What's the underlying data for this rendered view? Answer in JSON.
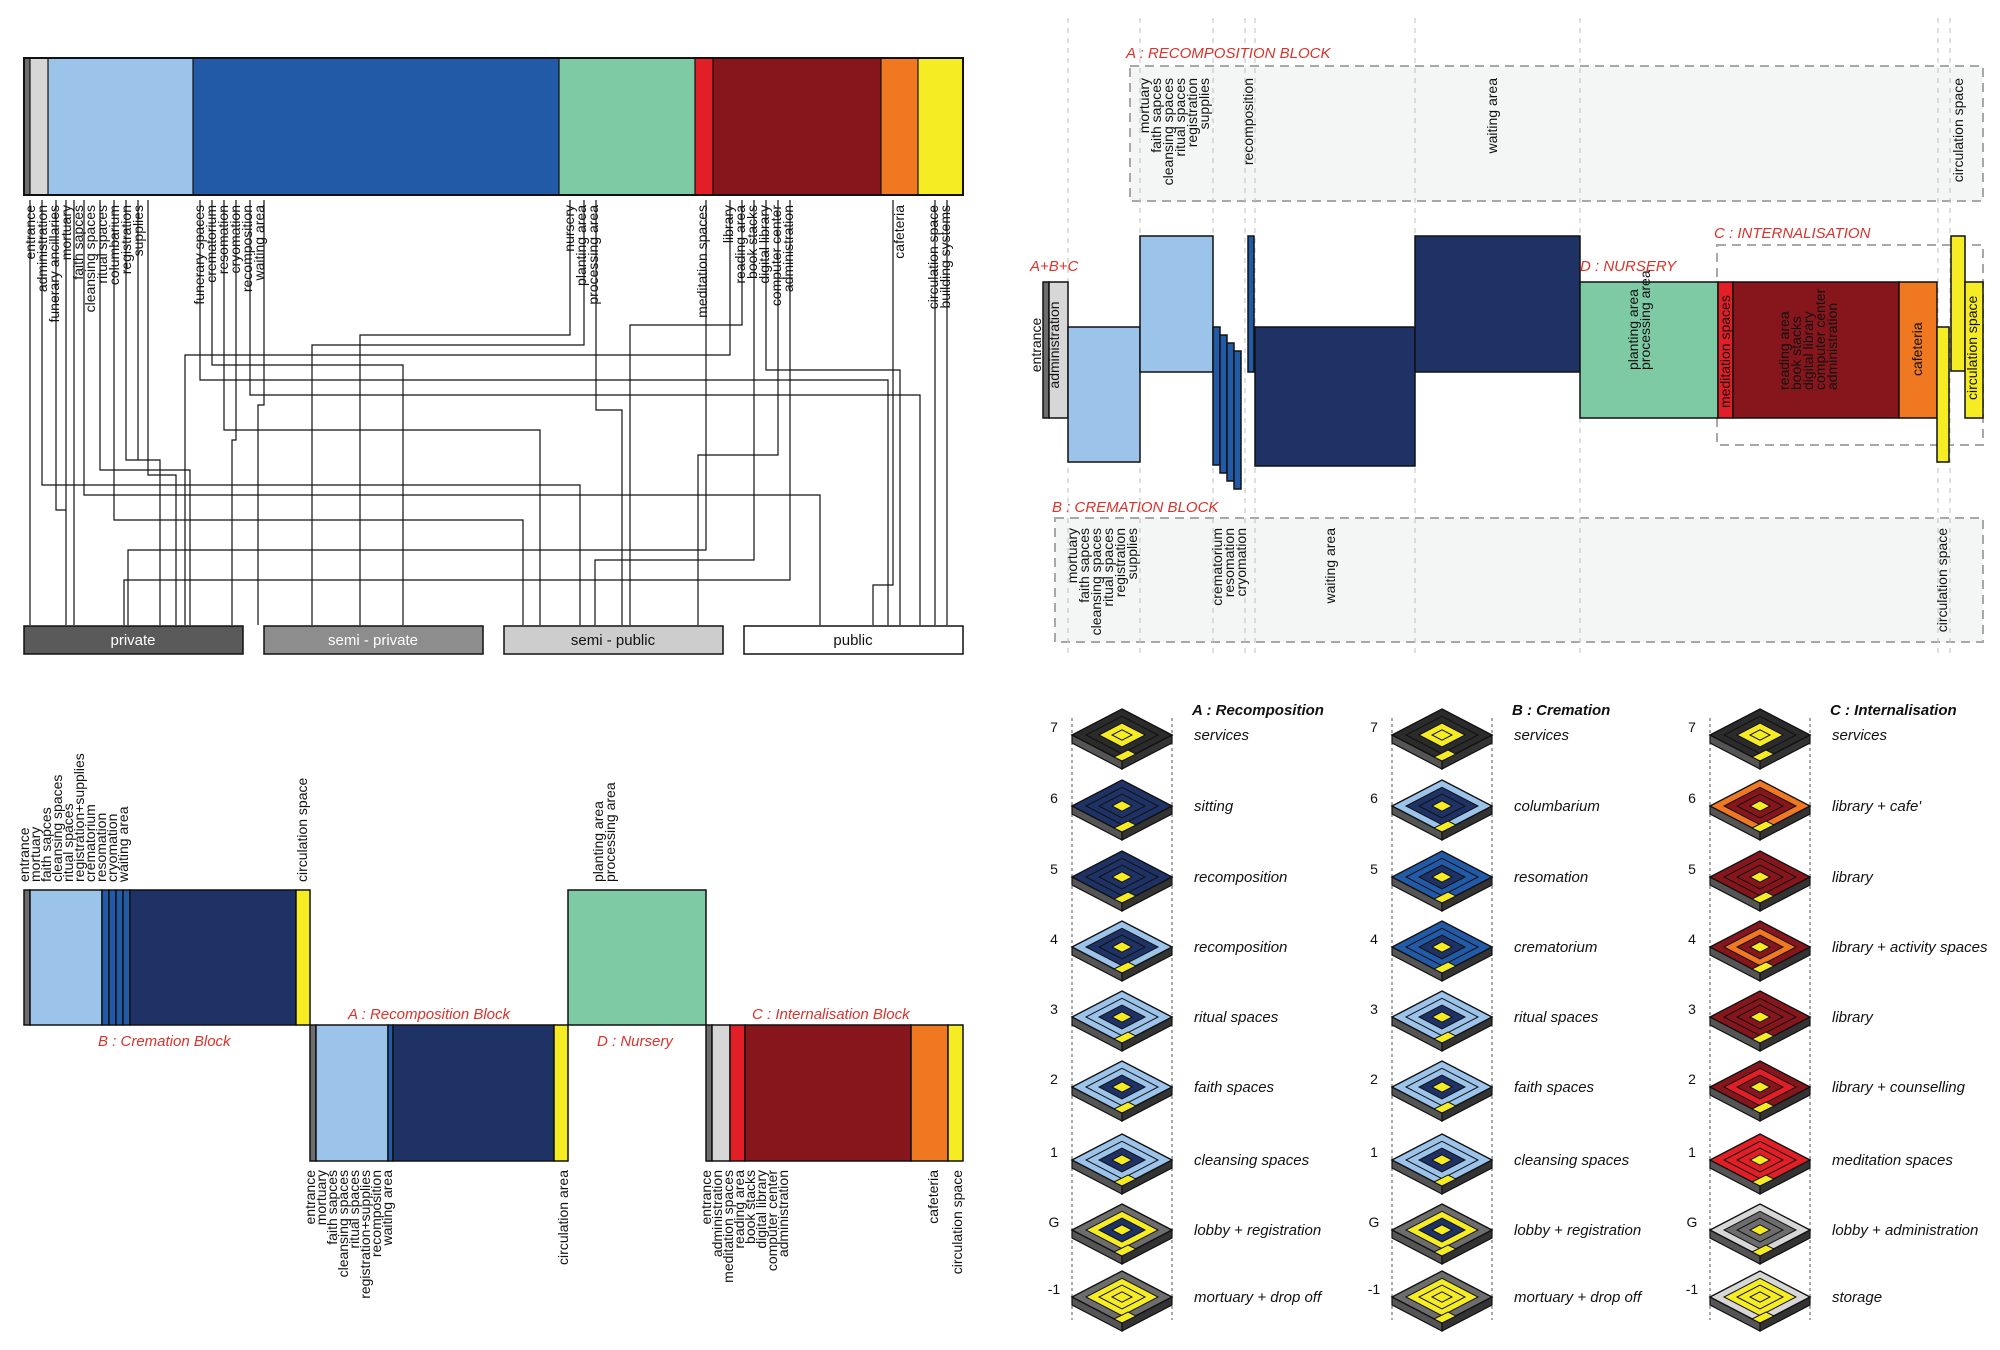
{
  "colors": {
    "entrance": "#6d6d6d",
    "administration": "#d7d7d7",
    "light_blue": "#9cc3ea",
    "mid_blue": "#235aa8",
    "dark_blue": "#1e3265",
    "green": "#7ecaa5",
    "red": "#e21f26",
    "maroon": "#86161c",
    "orange": "#f07821",
    "yellow": "#f6ec24",
    "black": "#2b2b2b"
  },
  "top_left": {
    "bar_labels": {
      "group1": [
        "entrance",
        "administration",
        "funerary ancillaries",
        "mortuary",
        "faith sapces",
        "cleansing spaces",
        "ritual spaces",
        "columbarium",
        "registration",
        "supplies"
      ],
      "group2": [
        "funerary spaces",
        "crematorium",
        "resomation",
        "cryomation",
        "recomposition",
        "waiting area"
      ],
      "group3": [
        "nursery",
        "planting area",
        "processing area"
      ],
      "group4": [
        "meditation spaces"
      ],
      "group5": [
        "library",
        "reading area",
        "book stacks",
        "digital library",
        "computer center",
        "administration"
      ],
      "group6": [
        "cafeteria"
      ],
      "group7": [
        "circulation space",
        "building systems"
      ]
    },
    "categories": [
      "private",
      "semi - private",
      "semi - public",
      "public"
    ]
  },
  "top_right": {
    "labels": {
      "a_block": "A : RECOMPOSITION BLOCK",
      "b_block": "B : CREMATION BLOCK",
      "c_block": "C : INTERNALISATION",
      "d_block": "D : NURSERY",
      "abc": "A+B+C"
    },
    "a_cols": [
      [
        "mortuary",
        "faith sapces",
        "cleansing spaces",
        "ritual spaces",
        "registration",
        "supplies"
      ],
      [
        "recomposition"
      ],
      [
        "waiting area"
      ],
      [
        "circulation space"
      ]
    ],
    "b_cols": [
      [
        "mortuary",
        "faith sapces",
        "cleansing spaces",
        "ritual spaces",
        "registration",
        "supplies"
      ],
      [
        "crematorium",
        "resomation",
        "cryomation"
      ],
      [
        "waiting area"
      ],
      [
        "circulation space"
      ]
    ],
    "entry_labels": [
      "entrance",
      "administration"
    ],
    "nursery_labels": [
      "planting area",
      "processing area"
    ],
    "c_labels": {
      "meditation": [
        "meditation spaces"
      ],
      "library": [
        "reading area",
        "book stacks",
        "digital library",
        "computer center",
        "administration"
      ],
      "cafe": [
        "cafeteria"
      ],
      "circulation": [
        "circulation space"
      ]
    }
  },
  "bottom_left": {
    "b_labels": [
      "entrance",
      "mortuary",
      "faith sapces",
      "cleansing spaces",
      "ritual spaces",
      "registration+supplies",
      "crematorium",
      "resomation",
      "cryomation",
      "waiting area"
    ],
    "b_circ": [
      "circulation space"
    ],
    "d_labels": [
      "planting area",
      "processing area"
    ],
    "a_labels": [
      "entrance",
      "mortuary",
      "faith sapces",
      "cleansing spaces",
      "ritual spaces",
      "registration+supplies",
      "recomposition",
      "waiting area"
    ],
    "a_circ": [
      "circulation area"
    ],
    "c_labels": [
      "entrance",
      "administration",
      "meditation spaces",
      "reading area",
      "book stacks",
      "digital library",
      "computer center",
      "administration"
    ],
    "c_cafe": [
      "cafeteria"
    ],
    "c_circ": [
      "circulation space"
    ],
    "block_titles": {
      "b": "B : Cremation Block",
      "a": "A : Recomposition Block",
      "d": "D : Nursery",
      "c": "C : Internalisation Block"
    }
  },
  "bottom_right": {
    "levels": [
      "7",
      "6",
      "5",
      "4",
      "3",
      "2",
      "1",
      "G",
      "-1"
    ],
    "columns": [
      {
        "title": "A : Recomposition",
        "floors": [
          "services",
          "sitting",
          "recomposition",
          "recomposition",
          "ritual spaces",
          "faith spaces",
          "cleansing spaces",
          "lobby + registration",
          "mortuary + drop off"
        ]
      },
      {
        "title": "B : Cremation",
        "floors": [
          "services",
          "columbarium",
          "resomation",
          "crematorium",
          "ritual spaces",
          "faith spaces",
          "cleansing spaces",
          "lobby + registration",
          "mortuary + drop off"
        ]
      },
      {
        "title": "C : Internalisation",
        "floors": [
          "services",
          "library + cafe'",
          "library",
          "library + activity spaces",
          "library",
          "library + counselling",
          "meditation spaces",
          "lobby + administration",
          "storage"
        ]
      }
    ]
  }
}
